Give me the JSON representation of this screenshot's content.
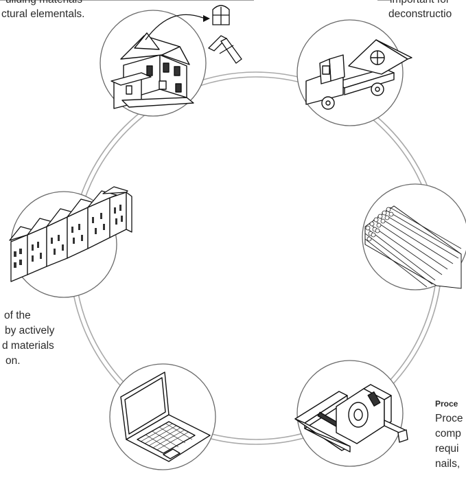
{
  "text_fragments": {
    "top_left": [
      "uilding materials",
      "ctural elementals."
    ],
    "top_right": [
      "important for",
      "deconstructio"
    ],
    "left": [
      "of the",
      "by actively",
      "d materials",
      "on."
    ],
    "bottom_right_heading": "Proce",
    "bottom_right": [
      "Proce",
      "comp",
      "requi",
      "nails,"
    ]
  },
  "nodes": [
    {
      "id": "house",
      "icon": "house-icon"
    },
    {
      "id": "truck",
      "icon": "truck-icon"
    },
    {
      "id": "lumber",
      "icon": "lumber-icon"
    },
    {
      "id": "tools",
      "icon": "measuring-tools-icon"
    },
    {
      "id": "laptop",
      "icon": "laptop-icon"
    },
    {
      "id": "rowhouses",
      "icon": "rowhouses-icon"
    }
  ],
  "colors": {
    "ring": "#b9b9b9",
    "circle_stroke": "#6a6a6a",
    "line": "#111111",
    "window_fill": "#3a3a3a"
  }
}
